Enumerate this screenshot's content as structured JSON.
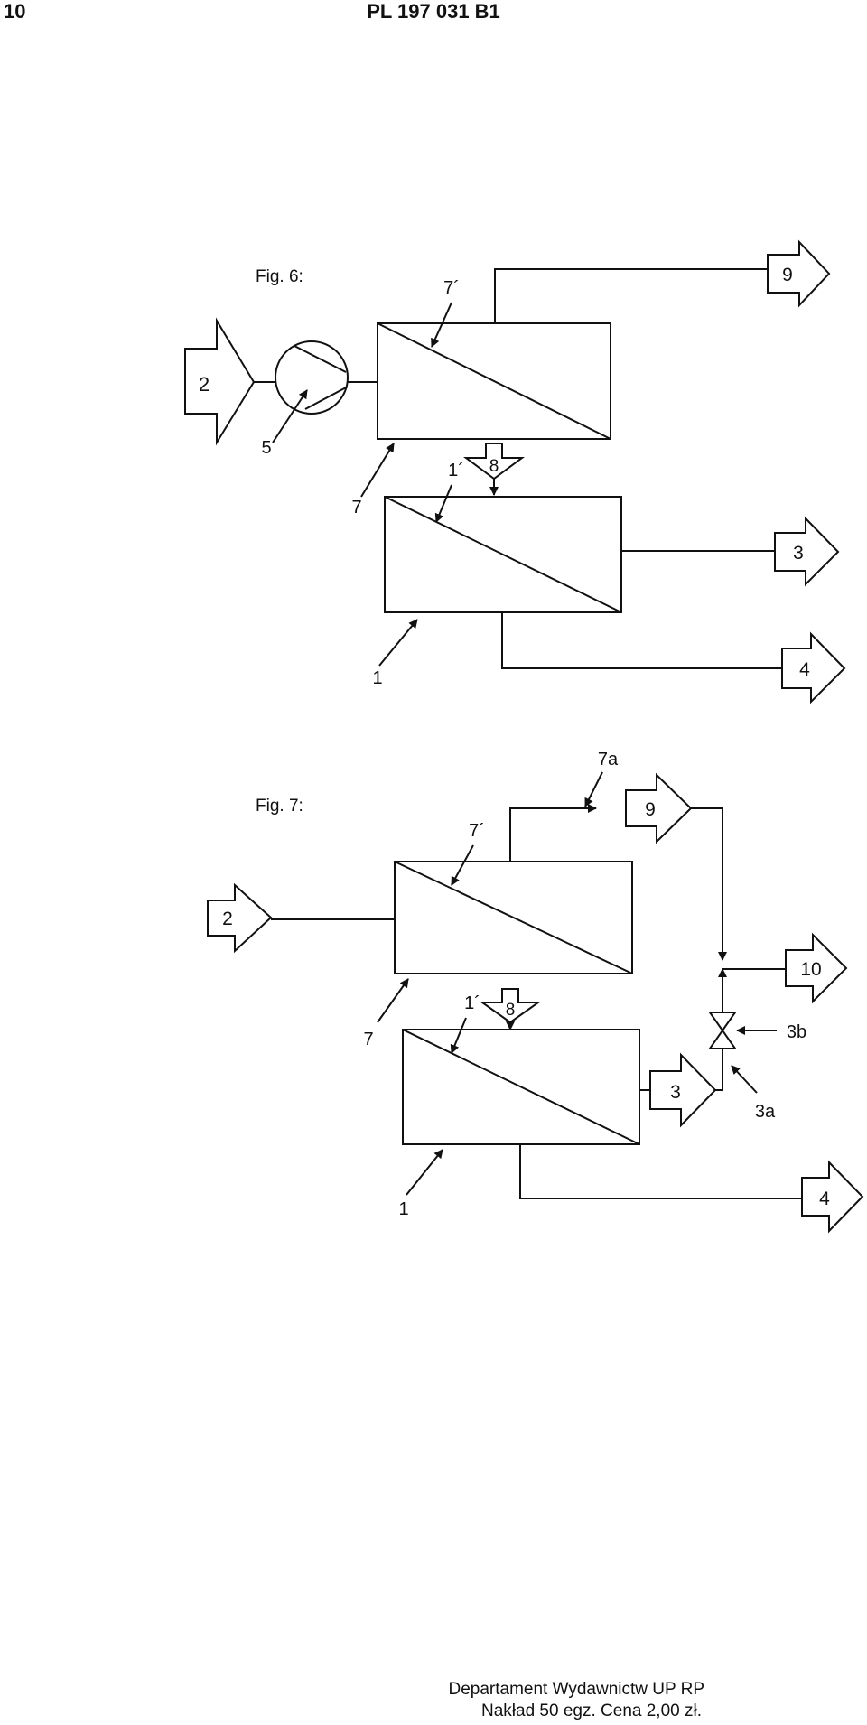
{
  "header": {
    "page_number": "10",
    "patent_number": "PL 197 031 B1"
  },
  "fig6": {
    "title": "Fig. 6:",
    "labels": {
      "feed": "2",
      "pump": "5",
      "unit_top": "7",
      "unit_top_prime": "7´",
      "transfer": "8",
      "unit_bottom_prime": "1´",
      "unit_bottom": "1",
      "out_top": "9",
      "out_mid": "3",
      "out_bottom": "4"
    }
  },
  "fig7": {
    "title": "Fig. 7:",
    "labels": {
      "feed": "2",
      "line_7a": "7a",
      "out_9": "9",
      "unit_top_prime": "7´",
      "out_10": "10",
      "transfer": "8",
      "unit_bottom_prime": "1´",
      "unit_top": "7",
      "valve": "3b",
      "out_3": "3",
      "line_3a": "3a",
      "unit_bottom": "1",
      "out_bottom": "4"
    }
  },
  "footer": {
    "line1": "Departament Wydawnictw UP RP",
    "line2": "Nakład 50 egz. Cena 2,00 zł."
  }
}
